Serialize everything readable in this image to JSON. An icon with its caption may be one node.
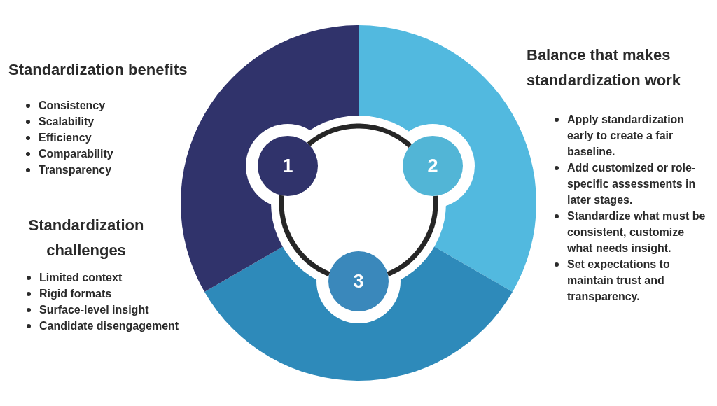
{
  "diagram": {
    "nodes": [
      {
        "text": [
          "1"
        ]
      },
      {
        "text": [
          "2"
        ]
      },
      {
        "text": [
          "3"
        ]
      }
    ],
    "edges": [
      {
        "from": 0,
        "to": 1,
        "arrow": "none"
      },
      {
        "from": 1,
        "to": 2,
        "arrow": "none"
      },
      {
        "from": 2,
        "to": 0,
        "arrow": "none"
      }
    ],
    "labels": [
      "Standardization benefits",
      "Consistency",
      "Scalability",
      "Efficiency",
      "Comparability",
      "Transparency",
      "Standardization challenges",
      "Limited context",
      "Rigid formats",
      "Surface-level insight",
      "Candidate disengagement",
      "Balance that makes standardization work",
      "Apply standardization early to create a fair baseline.",
      "Add customized or role-specific assessments in later stages.",
      "Standardize what must be consistent, customize what needs insight.",
      "Set expectations to maintain trust and transparency."
    ]
  }
}
